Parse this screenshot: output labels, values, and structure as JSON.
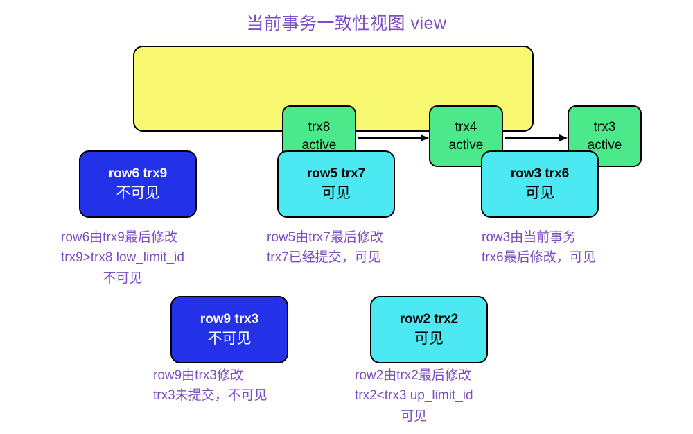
{
  "title": "当前事务一致性视图 view",
  "colors": {
    "title_purple": "#7c4dc4",
    "view_yellow": "#f9f871",
    "trx_green": "#4ce98a",
    "invisible_blue": "#2331e8",
    "visible_cyan": "#4ce9f3",
    "border_black": "#000000"
  },
  "view": {
    "transactions": [
      {
        "id": "trx8",
        "state": "active"
      },
      {
        "id": "trx4",
        "state": "active"
      },
      {
        "id": "trx3",
        "state": "active"
      }
    ]
  },
  "rows": [
    {
      "label": "row6 trx9",
      "visibility": "不可见",
      "style": "blue",
      "caption": [
        "row6由trx9最后修改",
        "trx9>trx8 low_limit_id",
        "不可见"
      ]
    },
    {
      "label": "row5 trx7",
      "visibility": "可见",
      "style": "cyan",
      "caption": [
        "row5由trx7最后修改",
        "trx7已经提交，可见"
      ]
    },
    {
      "label": "row3 trx6",
      "visibility": "可见",
      "style": "cyan",
      "caption": [
        "row3由当前事务",
        "trx6最后修改，可见"
      ]
    },
    {
      "label": "row9 trx3",
      "visibility": "不可见",
      "style": "blue",
      "caption": [
        "row9由trx3修改",
        "trx3未提交，不可见"
      ]
    },
    {
      "label": "row2 trx2",
      "visibility": "可见",
      "style": "cyan",
      "caption": [
        "row2由trx2最后修改",
        "trx2<trx3 up_limit_id",
        "可见"
      ]
    }
  ]
}
